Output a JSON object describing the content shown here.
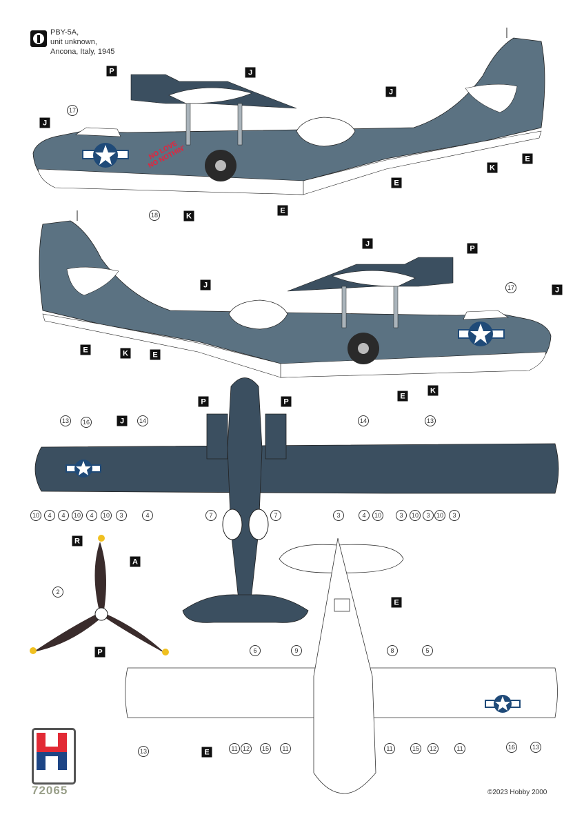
{
  "header": {
    "scheme_number": "1",
    "lines": [
      "PBY-5A,",
      "unit unknown,",
      "Ancona, Italy, 1945"
    ]
  },
  "nose_art": [
    "NO LOVE",
    "NO NOTHIN'"
  ],
  "colors": {
    "upper": "#3b4f60",
    "side": "#5b7282",
    "white": "#ffffff",
    "insignia_blue": "#1f4a78",
    "prop": "#3a2c2c",
    "prop_tip": "#f0c020",
    "decal_red": "#e8213b"
  },
  "callouts": {
    "side1": [
      "P",
      "J",
      "J",
      "J",
      "K",
      "E",
      "E",
      "K",
      "E",
      "17",
      "18"
    ],
    "side2": [
      "J",
      "P",
      "J",
      "J",
      "17",
      "E",
      "K",
      "E",
      "E",
      "K"
    ],
    "top": [
      "P",
      "P",
      "J",
      "13",
      "16",
      "14",
      "14",
      "13",
      "10",
      "4",
      "4",
      "10",
      "4",
      "10",
      "3",
      "4",
      "7",
      "7",
      "3",
      "4",
      "10",
      "3",
      "10",
      "3",
      "10",
      "3"
    ],
    "prop": [
      "R",
      "A",
      "2",
      "P"
    ],
    "bottom": [
      "E",
      "6",
      "9",
      "8",
      "5",
      "E",
      "13",
      "11",
      "12",
      "15",
      "11",
      "11",
      "15",
      "12",
      "11",
      "16",
      "13"
    ]
  },
  "logo": {
    "text": "HOBBY 2000",
    "number": "72065"
  },
  "copyright": "©2023 Hobby 2000"
}
